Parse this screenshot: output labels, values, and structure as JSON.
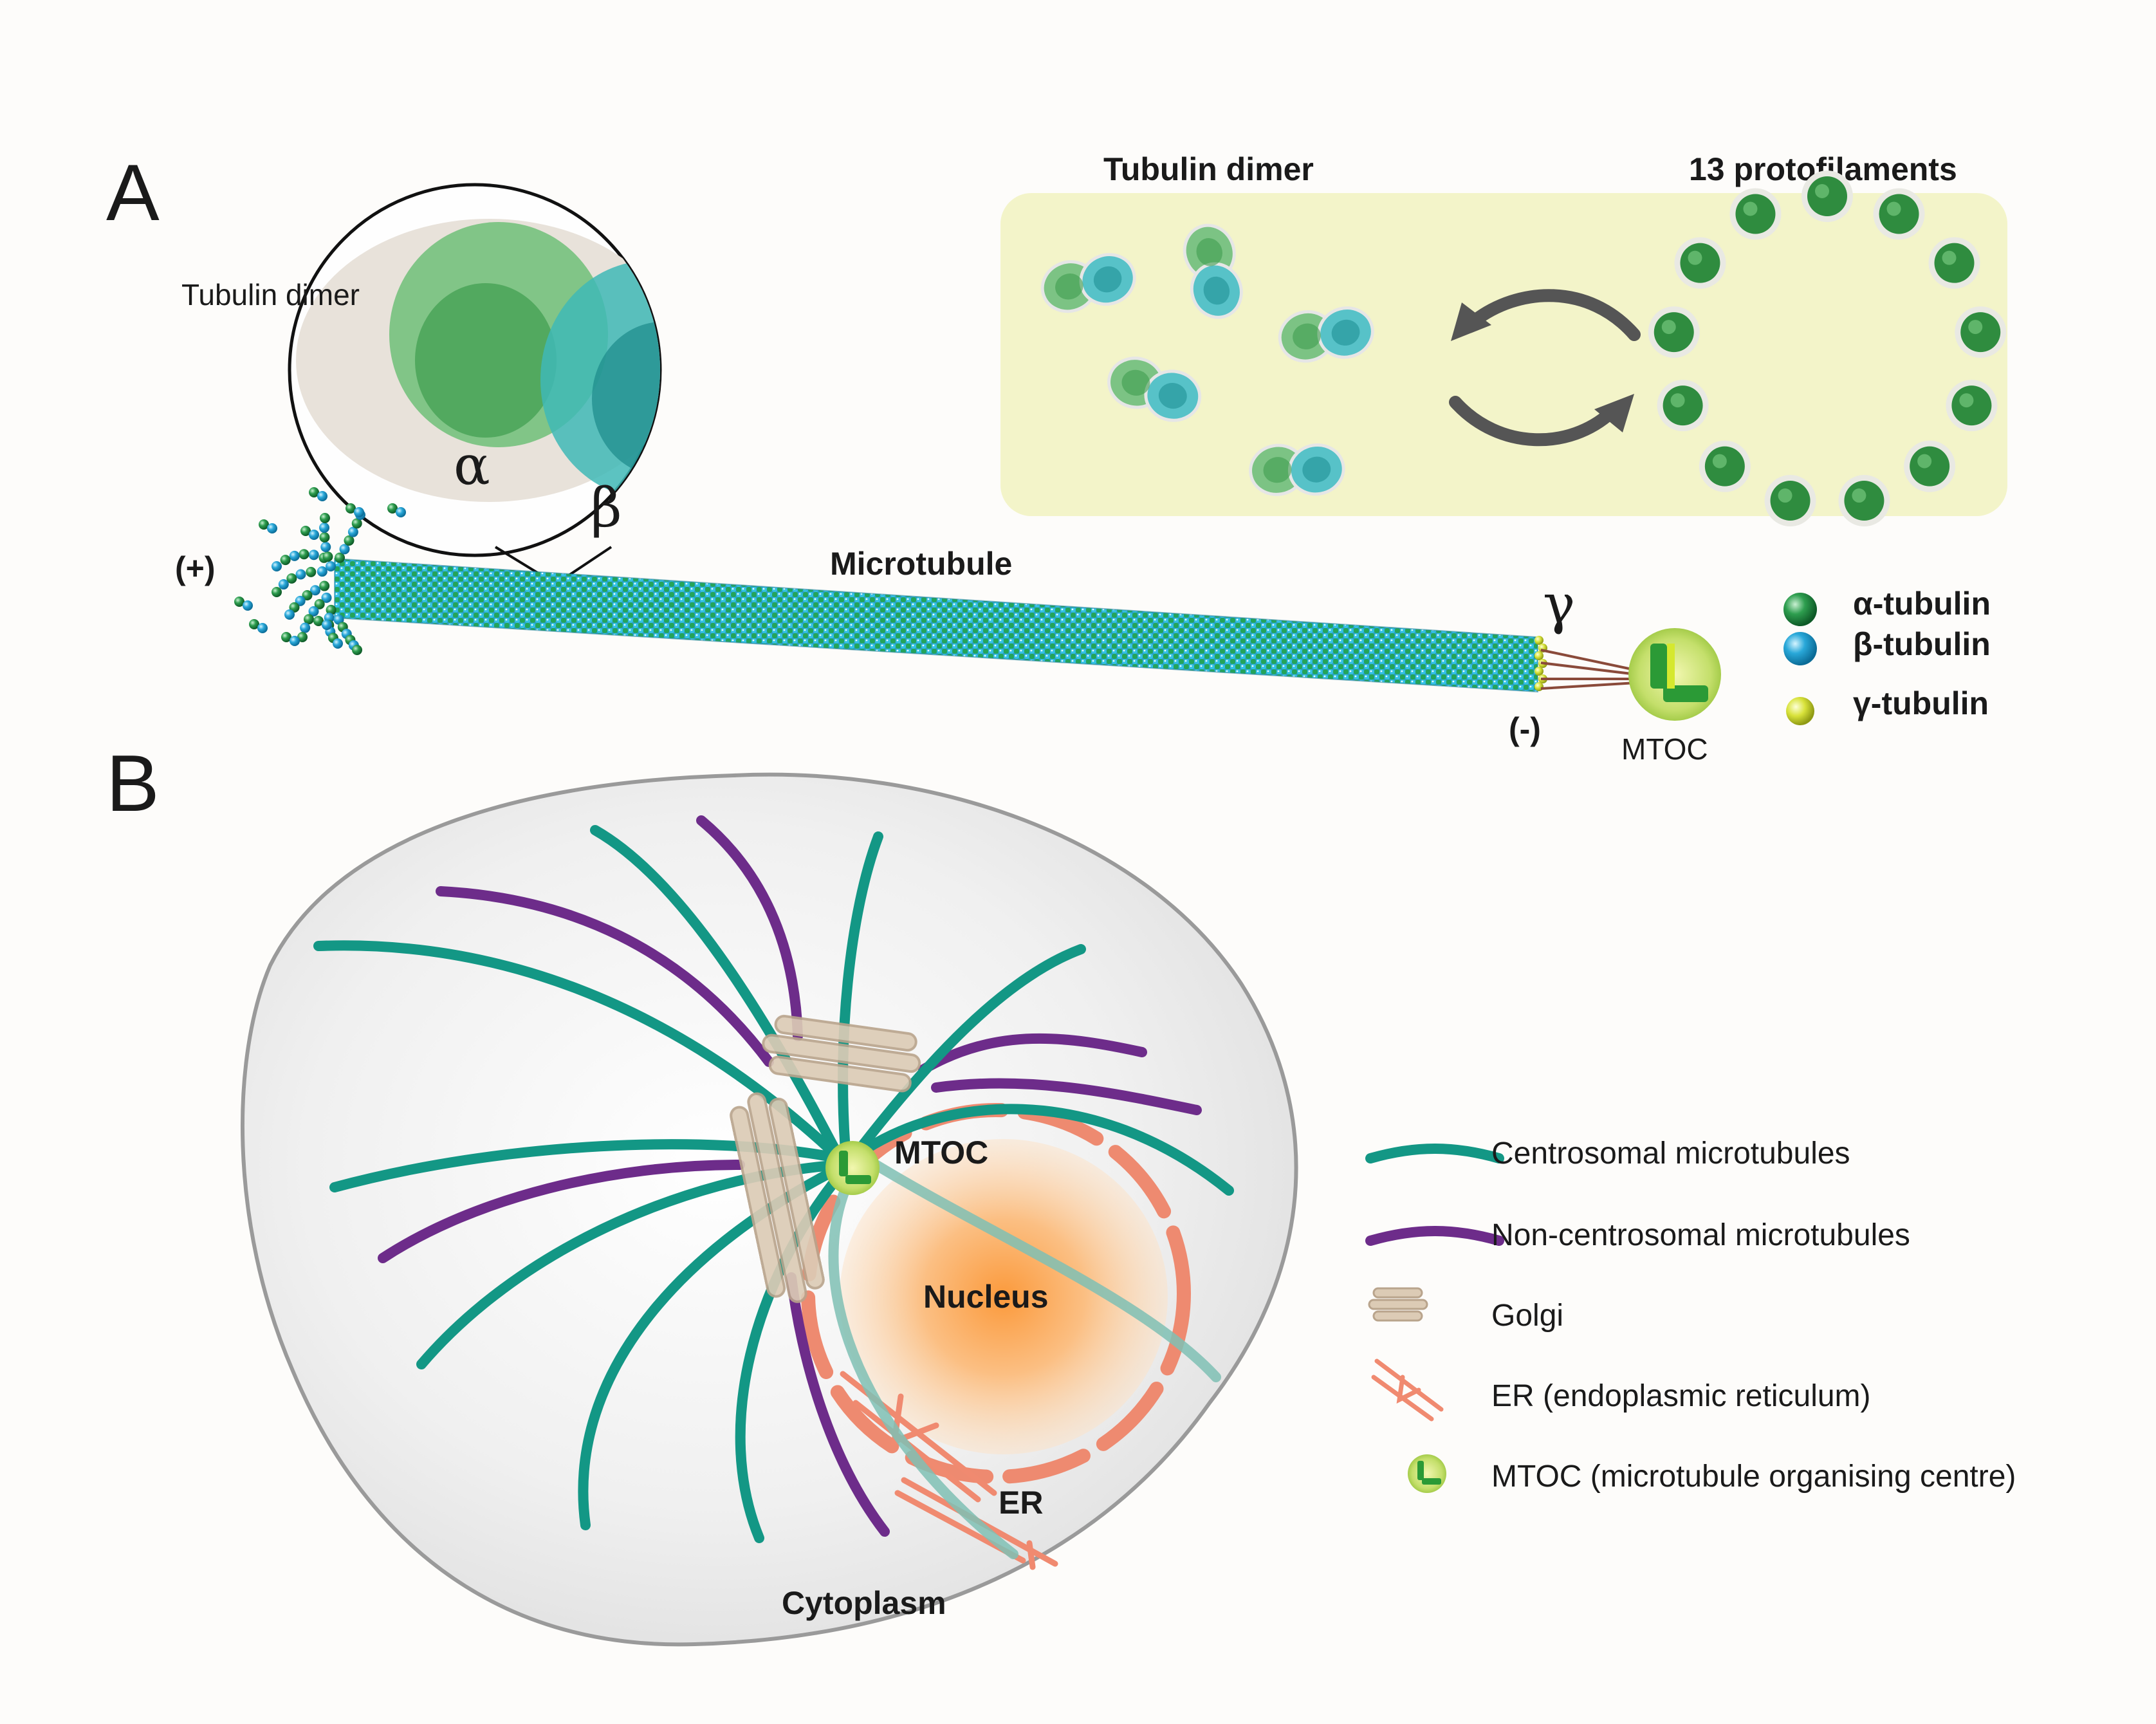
{
  "panel_a": {
    "letter": "A",
    "zoom_label": "Tubulin dimer",
    "alpha_symbol": "α",
    "beta_symbol": "β",
    "gamma_symbol": "γ",
    "box_left_title": "Tubulin dimer",
    "box_right_title": "13 protofilaments",
    "microtubule_label": "Microtubule",
    "plus_end": "(+)",
    "minus_end": "(-)",
    "mtoc_label": "MTOC",
    "legend": [
      {
        "label": "α-tubulin",
        "color": "#2e9e4f"
      },
      {
        "label": "β-tubulin",
        "color": "#29a8d9"
      },
      {
        "label": "γ-tubulin",
        "color": "#d8e23a"
      }
    ],
    "colors": {
      "alpha": "#2e9e4f",
      "beta": "#29a8d9",
      "gamma": "#d8e23a",
      "box_bg": "#f3f4c9"
    }
  },
  "panel_b": {
    "letter": "B",
    "mtoc_label": "MTOC",
    "nucleus_label": "Nucleus",
    "er_label": "ER",
    "cytoplasm_label": "Cytoplasm",
    "legend": [
      {
        "label": "Centrosomal microtubules",
        "icon": "teal-line-icon",
        "color": "#139785"
      },
      {
        "label": "Non-centrosomal microtubules",
        "icon": "purple-line-icon",
        "color": "#6d2c8a"
      },
      {
        "label": "Golgi",
        "icon": "golgi-icon",
        "color": "#dccbb5"
      },
      {
        "label": "ER (endoplasmic reticulum)",
        "icon": "er-icon",
        "color": "#f08a70"
      },
      {
        "label": "MTOC (microtubule organising centre)",
        "icon": "mtoc-icon",
        "color": "#9ccc3c"
      }
    ],
    "colors": {
      "centrosomal": "#139785",
      "non_centrosomal": "#6d2c8a",
      "golgi": "#dccbb5",
      "er": "#f08a70",
      "nucleus": "#f8a458",
      "cell": "#e9e9e9"
    }
  }
}
